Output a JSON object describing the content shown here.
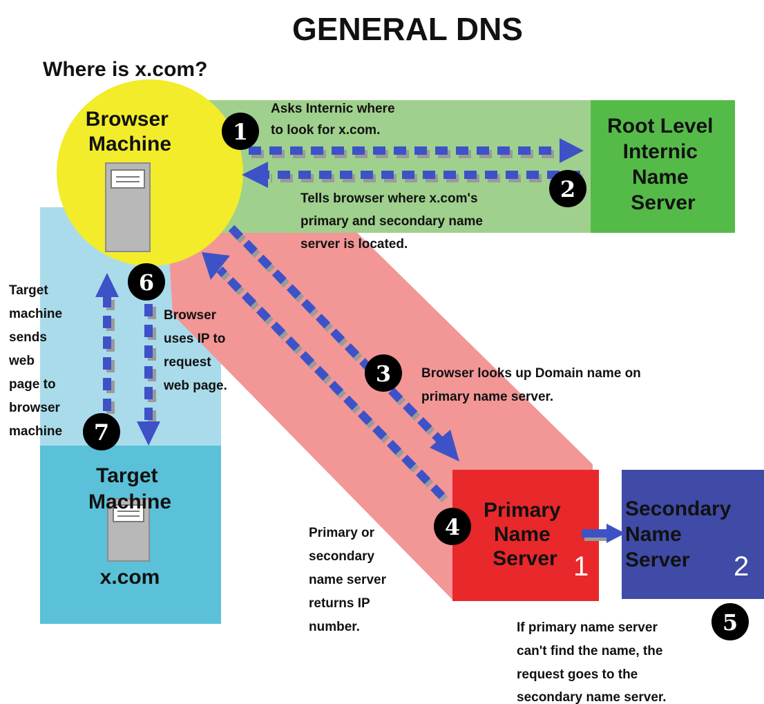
{
  "title": "GENERAL DNS",
  "question": "Where is x.com?",
  "browser": {
    "lines": [
      "Browser",
      "Machine"
    ]
  },
  "root_server": {
    "lines": [
      "Root Level",
      "Internic",
      "Name",
      "Server"
    ]
  },
  "target": {
    "lines": [
      "Target",
      "Machine"
    ],
    "domain": "x.com"
  },
  "primary_server": {
    "lines": [
      "Primary",
      "Name",
      "Server"
    ],
    "number": "1"
  },
  "secondary_server": {
    "lines": [
      "Secondary",
      "Name",
      "Server"
    ],
    "number": "2"
  },
  "steps": [
    {
      "number": "1",
      "text": [
        "Asks Internic where",
        "to look for x.com."
      ]
    },
    {
      "number": "2",
      "text": [
        "Tells browser where x.com's",
        "primary and secondary name",
        "server is located."
      ]
    },
    {
      "number": "3",
      "text": [
        "Browser looks up Domain name on",
        "primary name server."
      ]
    },
    {
      "number": "4",
      "text": [
        "Primary or",
        "secondary",
        "name server",
        "returns IP",
        "number."
      ]
    },
    {
      "number": "5",
      "text": [
        "If primary name server",
        "can't find the name, the",
        "request goes to the",
        "secondary name server."
      ]
    },
    {
      "number": "6",
      "text": [
        "Browser",
        "uses IP to",
        "request",
        "web page."
      ]
    },
    {
      "number": "7",
      "text": [
        "Target",
        "machine",
        "sends",
        "web",
        "page to",
        "browser",
        "machine"
      ]
    }
  ],
  "colors": {
    "browser": "#f2ec2a",
    "root_band": "#9fd08d",
    "root_box": "#55bb48",
    "target_light": "#a9dbea",
    "target_dark": "#5ac1d8",
    "pink_band": "#f29696",
    "primary": "#e8282a",
    "secondary": "#3f4ba6",
    "arrow_blue": "#3d52c7",
    "arrow_gray": "#9a9a9a"
  }
}
